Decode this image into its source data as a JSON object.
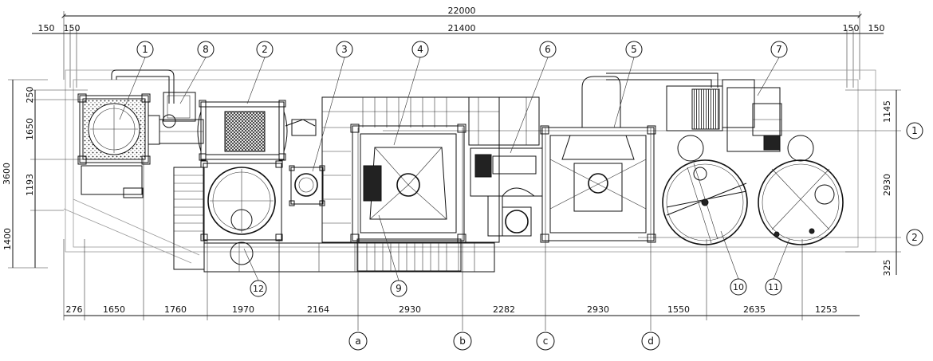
{
  "overall_dimensions": {
    "total": "22000",
    "inner": "21400",
    "left_margins": [
      "150",
      "150"
    ],
    "right_margins": [
      "150",
      "150"
    ]
  },
  "left_dimensions": {
    "overall": "3600",
    "segments": [
      "250",
      "1650",
      "1193",
      "1400"
    ]
  },
  "right_dimensions": {
    "segments": [
      "1145",
      "2930",
      "325"
    ]
  },
  "bottom_dimensions": [
    "276",
    "1650",
    "1760",
    "1970",
    "2164",
    "2930",
    "2282",
    "2930",
    "1550",
    "2635",
    "1253"
  ],
  "top_callouts": [
    "1",
    "8",
    "2",
    "3",
    "4",
    "6",
    "5",
    "7"
  ],
  "bottom_callouts": [
    "12",
    "9",
    "10",
    "11"
  ],
  "row_axes": [
    "1",
    "2"
  ],
  "column_axes": [
    "a",
    "b",
    "c",
    "d"
  ]
}
